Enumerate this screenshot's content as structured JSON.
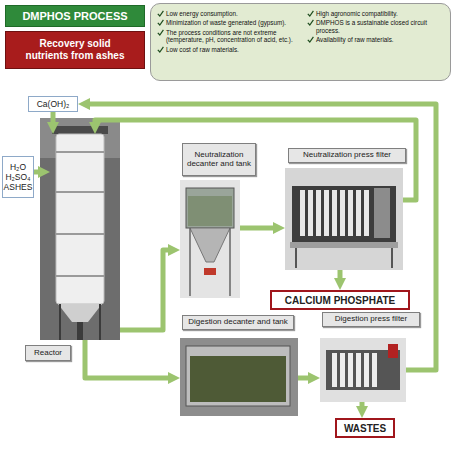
{
  "diagram": {
    "title": "DMPHOS PROCESS",
    "nodes": [
      {
        "text": [
          "Recovery solid nutrients from ashes"
        ]
      },
      {
        "text": [
          "Low energy consumption.",
          "Minimization of waste generated (gypsum).",
          "The process conditions are not extreme (temperature, pH, concentration of acid, etc.).",
          "Low cost of raw materials.",
          "High agronomic compatibility.",
          "DMPHOS is a sustainable closed circuit process.",
          "Availability of raw materials."
        ]
      },
      {
        "text": [
          "Ca(OH)₂"
        ]
      },
      {
        "text": [
          "H₂O",
          "H₂SO₄",
          "ASHES"
        ]
      },
      {
        "text": [
          "Reactor"
        ]
      },
      {
        "text": [
          "Neutralization decanter and tank"
        ]
      },
      {
        "text": [
          "Neutralization press filter"
        ]
      },
      {
        "text": [
          "CALCIUM PHOSPHATE"
        ]
      },
      {
        "text": [
          "Digestion decanter and tank"
        ]
      },
      {
        "text": [
          "Digestion press filter"
        ]
      },
      {
        "text": [
          "WASTES"
        ]
      }
    ],
    "edges": [
      {
        "from": 2,
        "to": 4,
        "arrow": "to"
      },
      {
        "from": 3,
        "to": 4,
        "arrow": "to"
      },
      {
        "from": 4,
        "to": 5,
        "arrow": "to"
      },
      {
        "from": 4,
        "to": 8,
        "arrow": "to"
      },
      {
        "from": 5,
        "to": 6,
        "arrow": "to"
      },
      {
        "from": 6,
        "to": 7,
        "arrow": "to"
      },
      {
        "from": 6,
        "to": 4,
        "arrow": "to"
      },
      {
        "from": 8,
        "to": 9,
        "arrow": "to"
      },
      {
        "from": 9,
        "to": 10,
        "arrow": "to"
      },
      {
        "from": 9,
        "to": 2,
        "arrow": "to"
      }
    ]
  }
}
